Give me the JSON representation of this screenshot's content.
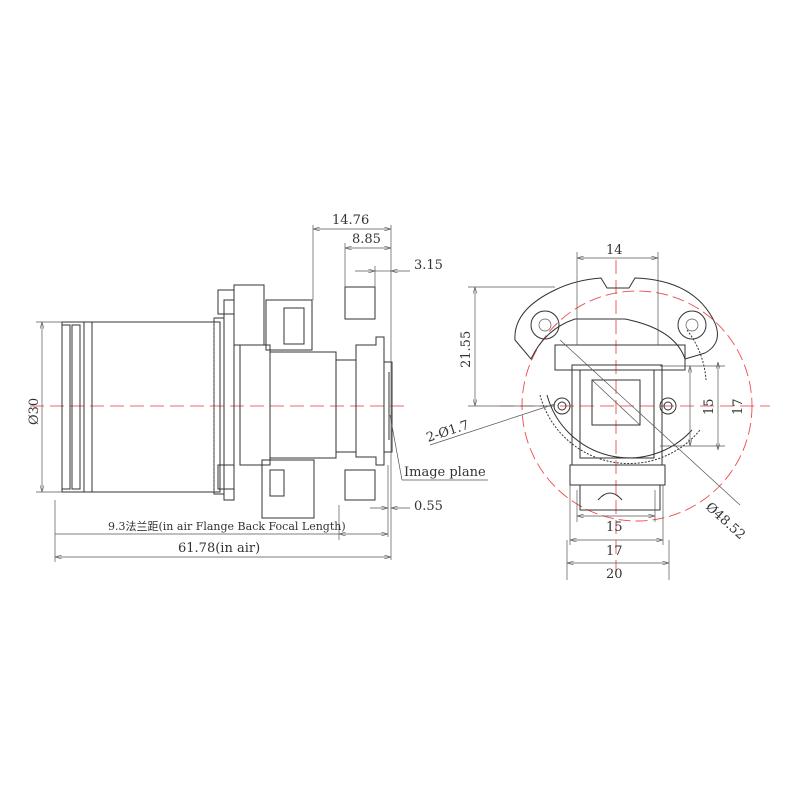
{
  "side_view": {
    "dim_total_back": "14.76",
    "dim_mid": "8.85",
    "dim_small": "3.15",
    "dim_diameter": "Ø30",
    "label_image_plane": "Image plane",
    "dim_gap": "0.55",
    "dim_flange": "9.3法兰距(in air Flange Back Focal Length)",
    "dim_length": "61.78(in air)"
  },
  "front_view": {
    "dim_top_width": "14",
    "dim_height": "21.55",
    "dim_right_inner": "15",
    "dim_right_outer": "17",
    "dim_holes": "2-Ø1.7",
    "dim_circle": "Ø48.52",
    "dim_bottom_15": "15",
    "dim_bottom_17": "17",
    "dim_bottom_20": "20"
  },
  "colors": {
    "line": "#333333",
    "centerline": "#e8363c"
  }
}
